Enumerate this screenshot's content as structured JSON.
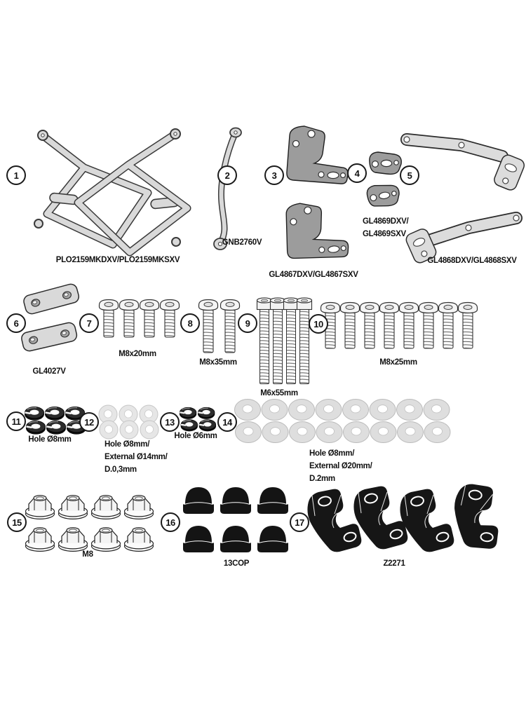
{
  "diagram_title": "hardware-kit-parts-list",
  "colors": {
    "background": "#ffffff",
    "outline": "#2b2b2b",
    "metal_light": "#d9d9d9",
    "metal_mid": "#9c9c9c",
    "black_part": "#161616",
    "label_text": "#111111"
  },
  "parts": [
    {
      "number": "1",
      "item": "pannier-side-frames",
      "qty": 2,
      "lines": [
        "PLO2159MKDXV/PLO2159MKSXV"
      ]
    },
    {
      "number": "2",
      "item": "support-bar",
      "qty": 1,
      "lines": [
        "GNB2760V"
      ]
    },
    {
      "number": "3",
      "item": "angle-brackets",
      "qty": 2,
      "lines": [
        "GL4867DXV/GL4867SXV"
      ]
    },
    {
      "number": "4",
      "item": "small-brackets",
      "qty": 2,
      "lines": [
        "GL4869DXV/",
        "GL4869SXV"
      ]
    },
    {
      "number": "5",
      "item": "arm-brackets",
      "qty": 2,
      "lines": [
        "GL4868DXV/GL4868SXV"
      ]
    },
    {
      "number": "6",
      "item": "spacer-plates",
      "qty": 2,
      "lines": [
        "GL4027V"
      ]
    },
    {
      "number": "7",
      "item": "button-head-screws",
      "qty": 4,
      "lines": [
        "M8x20mm"
      ]
    },
    {
      "number": "8",
      "item": "button-head-screws",
      "qty": 2,
      "lines": [
        "M8x35mm"
      ]
    },
    {
      "number": "9",
      "item": "socket-head-screws",
      "qty": 4,
      "lines": [
        "M6x55mm"
      ]
    },
    {
      "number": "10",
      "item": "button-head-screws",
      "qty": 8,
      "lines": [
        "M8x25mm"
      ]
    },
    {
      "number": "11",
      "item": "spring-washers",
      "qty": 6,
      "lines": [
        "Hole Ø8mm"
      ]
    },
    {
      "number": "12",
      "item": "flat-washers",
      "qty": 6,
      "lines": [
        "Hole Ø8mm/",
        "External Ø14mm/",
        "D.0,3mm"
      ]
    },
    {
      "number": "13",
      "item": "spring-washers",
      "qty": 4,
      "lines": [
        "Hole Ø6mm"
      ]
    },
    {
      "number": "14",
      "item": "flat-washers",
      "qty": 16,
      "lines": [
        "Hole Ø8mm/",
        "External Ø20mm/",
        "D.2mm"
      ]
    },
    {
      "number": "15",
      "item": "flange-nuts",
      "qty": 8,
      "lines": [
        "M8"
      ]
    },
    {
      "number": "16",
      "item": "cover-caps",
      "qty": 6,
      "lines": [
        "13COP"
      ]
    },
    {
      "number": "17",
      "item": "clamps",
      "qty": 4,
      "lines": [
        "Z2271"
      ]
    }
  ]
}
